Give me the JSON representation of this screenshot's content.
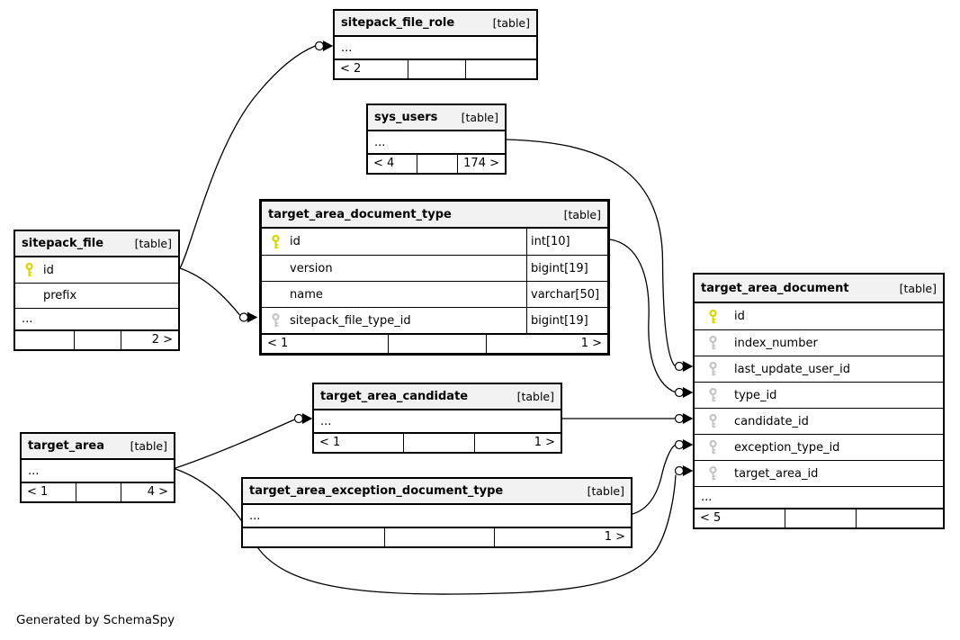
{
  "generator": "Generated by SchemaSpy",
  "tables": {
    "role": {
      "name": "sitepack_file_role",
      "tag": "[table]",
      "more": "...",
      "footer": [
        "< 2",
        "",
        ""
      ]
    },
    "sys_users": {
      "name": "sys_users",
      "tag": "[table]",
      "more": "...",
      "footer": [
        "< 4",
        "",
        "174 >"
      ]
    },
    "doc_type": {
      "name": "target_area_document_type",
      "tag": "[table]",
      "rows": [
        {
          "name": "id",
          "type": "int[10]",
          "key": "primary"
        },
        {
          "name": "version",
          "type": "bigint[19]",
          "key": "none"
        },
        {
          "name": "name",
          "type": "varchar[50]",
          "key": "none"
        },
        {
          "name": "sitepack_file_type_id",
          "type": "bigint[19]",
          "key": "foreign"
        }
      ],
      "footer": [
        "< 1",
        "",
        "1 >"
      ]
    },
    "file": {
      "name": "sitepack_file",
      "tag": "[table]",
      "more": "...",
      "rows": [
        {
          "name": "id",
          "key": "primary"
        },
        {
          "name": "prefix",
          "key": "none"
        }
      ],
      "footer": [
        "",
        "",
        "2 >"
      ]
    },
    "candidate": {
      "name": "target_area_candidate",
      "tag": "[table]",
      "more": "...",
      "footer": [
        "< 1",
        "",
        "1 >"
      ]
    },
    "area": {
      "name": "target_area",
      "tag": "[table]",
      "more": "...",
      "footer": [
        "< 1",
        "",
        "4 >"
      ]
    },
    "exception": {
      "name": "target_area_exception_document_type",
      "tag": "[table]",
      "more": "...",
      "footer": [
        "",
        "",
        "1 >"
      ]
    },
    "document": {
      "name": "target_area_document",
      "tag": "[table]",
      "more": "...",
      "rows": [
        {
          "name": "id",
          "key": "primary"
        },
        {
          "name": "index_number",
          "key": "foreign"
        },
        {
          "name": "last_update_user_id",
          "key": "foreign"
        },
        {
          "name": "type_id",
          "key": "foreign"
        },
        {
          "name": "candidate_id",
          "key": "foreign"
        },
        {
          "name": "exception_type_id",
          "key": "foreign"
        },
        {
          "name": "target_area_id",
          "key": "foreign"
        }
      ],
      "footer": [
        "< 5",
        "",
        ""
      ]
    }
  },
  "relationships": [
    {
      "from": "sitepack_file.id",
      "to": "sitepack_file_role"
    },
    {
      "from": "sitepack_file.id",
      "to": "target_area_document_type.sitepack_file_type_id"
    },
    {
      "from": "sys_users",
      "to": "target_area_document.last_update_user_id"
    },
    {
      "from": "target_area_document_type.id",
      "to": "target_area_document.type_id"
    },
    {
      "from": "target_area_candidate",
      "to": "target_area_document.candidate_id"
    },
    {
      "from": "target_area",
      "to": "target_area_candidate"
    },
    {
      "from": "target_area_exception_document_type",
      "to": "target_area_document.exception_type_id"
    },
    {
      "from": "target_area",
      "to": "target_area_document.target_area_id"
    }
  ],
  "colors": {
    "primary_key": "#d9d400",
    "foreign_key": "#c4c4c4",
    "header_bg": "#f2f2f2",
    "line": "#000000"
  }
}
